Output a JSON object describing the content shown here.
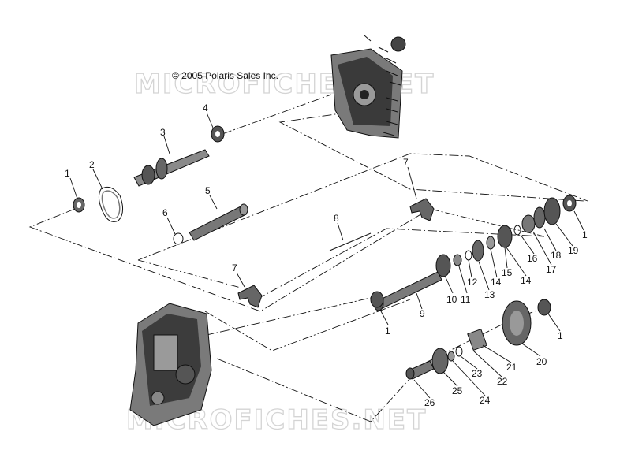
{
  "copyright": "© 2005 Polaris Sales Inc.",
  "watermark": "MICROFICHES.NET",
  "callouts": [
    "1",
    "2",
    "3",
    "4",
    "5",
    "6",
    "7",
    "8",
    "7",
    "9",
    "1",
    "10",
    "11",
    "12",
    "13",
    "14",
    "15",
    "14",
    "16",
    "17",
    "18",
    "19",
    "1",
    "20",
    "1",
    "21",
    "22",
    "23",
    "24",
    "25",
    "26"
  ]
}
